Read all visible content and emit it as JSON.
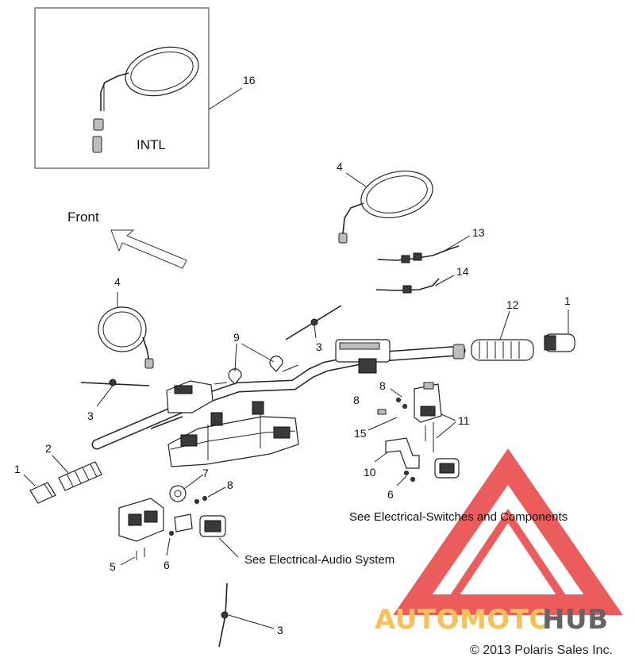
{
  "inset": {
    "label": "INTL",
    "callout": "16"
  },
  "direction": {
    "label": "Front"
  },
  "callouts": {
    "c1_left": "1",
    "c1_right": "1",
    "c2": "2",
    "c3_a": "3",
    "c3_b": "3",
    "c3_c": "3",
    "c4_left": "4",
    "c4_top": "4",
    "c5": "5",
    "c6_a": "6",
    "c6_b": "6",
    "c7": "7",
    "c8_a": "8",
    "c8_b": "8",
    "c8_c": "8",
    "c9": "9",
    "c10": "10",
    "c11": "11",
    "c12": "12",
    "c13": "13",
    "c14": "14",
    "c15": "15"
  },
  "notes": {
    "switches": "See Electrical-Switches and Components",
    "audio": "See Electrical-Audio System"
  },
  "watermark": {
    "word_a": "AUTOMOTO",
    "word_b": "HUB",
    "color_a": "#f6b73c",
    "color_b": "#4a4a4a",
    "triangle_color": "#e84040"
  },
  "copyright": "© 2013 Polaris Sales Inc."
}
